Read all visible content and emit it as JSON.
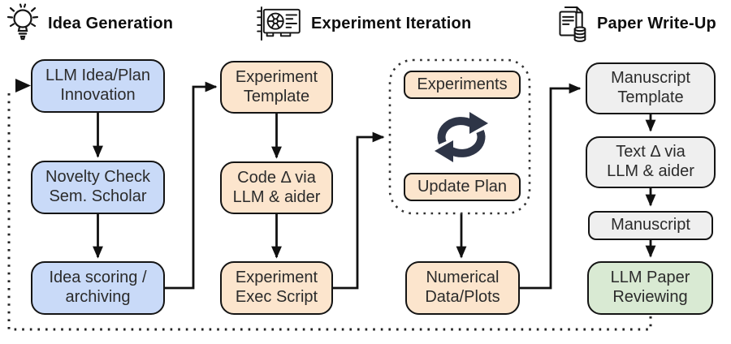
{
  "sections": [
    {
      "label": "Idea Generation",
      "icon": "lightbulb-icon"
    },
    {
      "label": "Experiment Iteration",
      "icon": "gpu-icon"
    },
    {
      "label": "Paper Write-Up",
      "icon": "papers-database-icon"
    }
  ],
  "nodes": {
    "llm_idea_plan": {
      "label": "LLM Idea/Plan\nInnovation",
      "fill": "#c9daf8"
    },
    "novelty_check": {
      "label": "Novelty Check\nSem. Scholar",
      "fill": "#c9daf8"
    },
    "idea_scoring": {
      "label": "Idea scoring /\narchiving",
      "fill": "#c9daf8"
    },
    "experiment_template": {
      "label": "Experiment\nTemplate",
      "fill": "#fce5cd"
    },
    "code_delta": {
      "label": "Code Δ via\nLLM & aider",
      "fill": "#fce5cd"
    },
    "experiment_exec": {
      "label": "Experiment\nExec Script",
      "fill": "#fce5cd"
    },
    "experiments": {
      "label": "Experiments",
      "fill": "#fce5cd"
    },
    "update_plan": {
      "label": "Update Plan",
      "fill": "#fce5cd"
    },
    "numerical_data": {
      "label": "Numerical\nData/Plots",
      "fill": "#fce5cd"
    },
    "manuscript_template": {
      "label": "Manuscript\nTemplate",
      "fill": "#efefef"
    },
    "text_delta": {
      "label": "Text Δ via\nLLM & aider",
      "fill": "#efefef"
    },
    "manuscript": {
      "label": "Manuscript",
      "fill": "#efefef"
    },
    "llm_paper_reviewing": {
      "label": "LLM Paper\nReviewing",
      "fill": "#d9ead3"
    }
  },
  "edges": [
    {
      "from": "llm_idea_plan",
      "to": "novelty_check",
      "style": "solid-arrow"
    },
    {
      "from": "novelty_check",
      "to": "idea_scoring",
      "style": "solid-arrow"
    },
    {
      "from": "idea_scoring",
      "to": "experiment_template",
      "style": "solid-arrow"
    },
    {
      "from": "experiment_template",
      "to": "code_delta",
      "style": "solid-arrow"
    },
    {
      "from": "code_delta",
      "to": "experiment_exec",
      "style": "solid-arrow"
    },
    {
      "from": "experiment_exec",
      "to": "experiment-loop",
      "style": "solid-arrow"
    },
    {
      "from": "experiment-loop",
      "to": "numerical_data",
      "style": "solid-arrow"
    },
    {
      "from": "numerical_data",
      "to": "manuscript_template",
      "style": "solid-arrow"
    },
    {
      "from": "manuscript_template",
      "to": "text_delta",
      "style": "solid-arrow"
    },
    {
      "from": "text_delta",
      "to": "manuscript",
      "style": "solid-arrow"
    },
    {
      "from": "manuscript",
      "to": "llm_paper_reviewing",
      "style": "solid-arrow"
    },
    {
      "from": "llm_paper_reviewing",
      "to": "llm_idea_plan",
      "style": "dotted-feedback-arrow"
    }
  ],
  "loop_container": {
    "contains": [
      "experiments",
      "cycle-icon",
      "update_plan"
    ],
    "style": "dotted-rounded-border"
  },
  "palette": {
    "idea_fill": "#c9daf8",
    "experiment_fill": "#fce5cd",
    "writeup_fill": "#efefef",
    "review_fill": "#d9ead3",
    "node_border": "#141414",
    "arrow": "#111111",
    "dotted_line": "#222222",
    "cycle_icon": "#2e3547",
    "background": "#ffffff",
    "text": "#2b2b2b"
  }
}
